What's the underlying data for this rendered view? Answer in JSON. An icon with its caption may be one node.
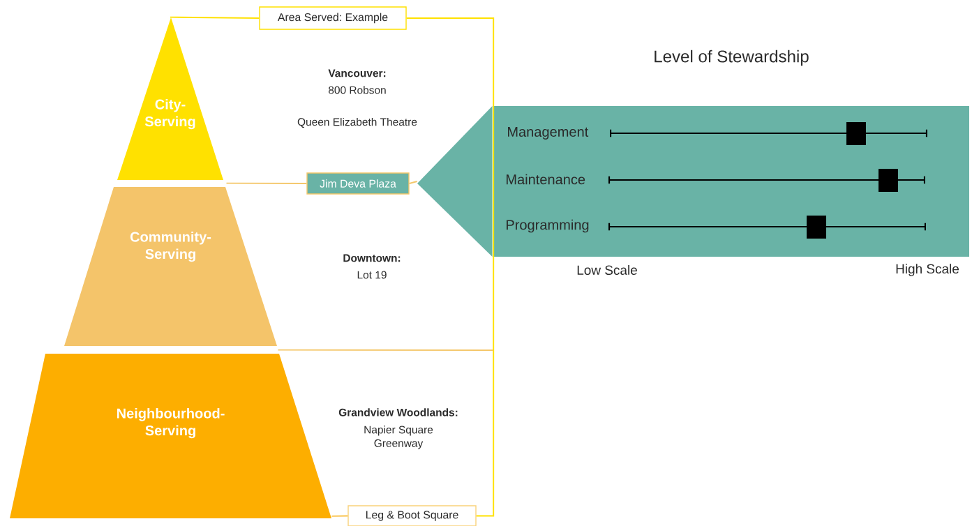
{
  "diagram": {
    "title": "Level of Stewardship",
    "nodes": [
      {
        "text": [
          "City-Serving"
        ]
      },
      {
        "text": [
          "Community-Serving"
        ]
      },
      {
        "text": [
          "Neighbourhood-Serving"
        ]
      },
      {
        "text": [
          "Area Served: Example"
        ]
      },
      {
        "text": [
          "Jim Deva Plaza"
        ]
      },
      {
        "text": [
          "Leg & Boot Square"
        ]
      },
      {
        "text": [],
        "shape": "triangle"
      },
      {
        "text": [
          "Management",
          "Maintenance",
          "Programming"
        ]
      }
    ],
    "edges": [
      {
        "from": 0,
        "to": 3,
        "arrow": "none",
        "color": "#ffe100"
      },
      {
        "from": 3,
        "to": 5,
        "arrow": "none",
        "color": "#ffe100"
      },
      {
        "from": 1,
        "to": 4,
        "arrow": "none",
        "color": "#f4c76a"
      },
      {
        "from": 4,
        "to": 6,
        "arrow": "none",
        "color": "#f4c76a"
      },
      {
        "from": 2,
        "to": 5,
        "arrow": "none",
        "color": "#f9c24a"
      },
      {
        "from": 2,
        "to": null,
        "arrow": "none",
        "color": "#f4c76a"
      }
    ],
    "labels": [
      "Vancouver:",
      "800 Robson",
      "Queen Elizabeth Theatre",
      "Downtown:",
      "Lot 19",
      "Grandview Woodlands:",
      "Napier Square Greenway",
      "Low Scale",
      "High Scale"
    ]
  }
}
